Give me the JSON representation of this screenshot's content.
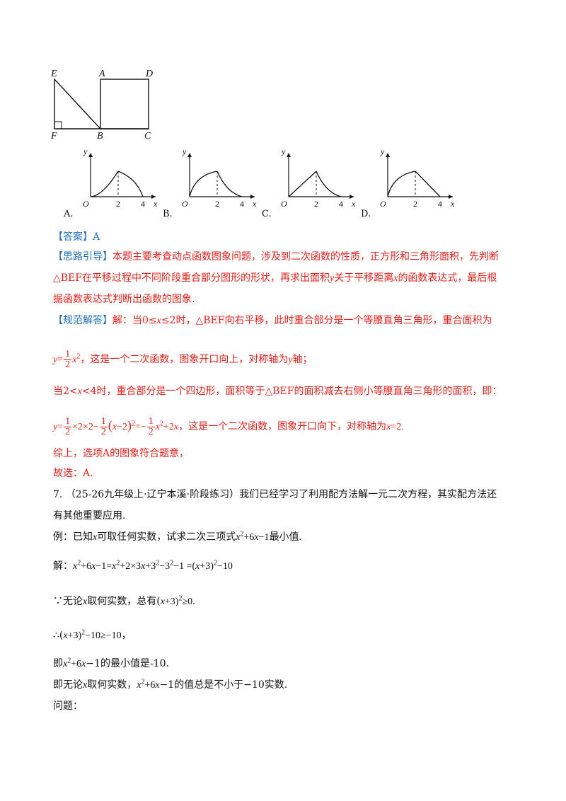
{
  "figure": {
    "points": {
      "E": "E",
      "A": "A",
      "D": "D",
      "F": "F",
      "B": "B",
      "C": "C"
    },
    "graph_labels": {
      "y": "y",
      "x": "x",
      "o": "O",
      "two": "2",
      "four": "4"
    },
    "options": [
      "A.",
      "B.",
      "C.",
      "D."
    ]
  },
  "answer": {
    "tag": "【答案】",
    "value": "A"
  },
  "guide": {
    "tag": "【思路引导】",
    "line1": "本题主要考查动点函数图象问题，涉及到二次函数的性质，正方形和三角形面积，先判断",
    "line2a": "△BEF在平移过程中不同阶段重合部分图形的形状，再求出面积",
    "line2b": "y",
    "line2c": "关于平移距离",
    "line2d": "x",
    "line2e": "的函数表达式，最后根",
    "line3": "据函数表达式判断出函数的图象."
  },
  "solution": {
    "tag": "【规范解答】",
    "l1a": "解：当0≤",
    "l1b": "x",
    "l1c": "≤2时，△BEF向右平移，此时重合部分是一个等腰直角三角形，重合面积为",
    "l2_y": "y",
    "l2_eq": "=",
    "l2_num": "1",
    "l2_den": "2",
    "l2_x": "x",
    "l2_exp": "2",
    "l2_text": "，这是一个二次函数，图象开口向上，对称轴为",
    "l2_axis": "y",
    "l2_end": "轴；",
    "l3a": "当2<",
    "l3b": "x",
    "l3c": "<4时，重合部分是一个四边形，面积等于△BEF的面积减去右侧小等腰直角三角形的面积，即：",
    "l4_y": "y",
    "l4_eq1": "=",
    "l4_n1": "1",
    "l4_d1": "2",
    "l4_mid1": "×2×2−",
    "l4_n2": "1",
    "l4_d2": "2",
    "l4_paren_open": "(",
    "l4_x1": "x",
    "l4_minus2": "−2",
    "l4_paren_close": ")",
    "l4_exp1": "2",
    "l4_eq2": "=−",
    "l4_n3": "1",
    "l4_d3": "2",
    "l4_x2": "x",
    "l4_exp2": "2",
    "l4_plus": "+2",
    "l4_x3": "x",
    "l4_text": "，这是一个二次函数，图象开口向下，对称轴为",
    "l4_axis_x": "x",
    "l4_axis_val": "=2.",
    "l5": "综上，选项A的图象符合题意，",
    "l6": "故选：A."
  },
  "problem": {
    "l1": "7.  （25-26九年级上·辽宁本溪·阶段练习）我们已经学习了利用配方法解一元二次方程，其实配方法还",
    "l2": "有其他重要应用.",
    "l3a": "例：已知",
    "l3x": "x",
    "l3b": "可取任何实数，试求二次三项式",
    "l3c": "x",
    "l3exp": "2",
    "l3d": "+6",
    "l3e": "x",
    "l3f": "−1最小值.",
    "l4_lead": "解：",
    "l4a": "x",
    "l4b": "2",
    "l4c": "+6",
    "l4d": "x",
    "l4e": "−1=",
    "l4f": "x",
    "l4g": "2",
    "l4h": "+2×3",
    "l4i": "x",
    "l4j": "+3",
    "l4k": "2",
    "l4l": "−3",
    "l4m": "2",
    "l4n": "−1 =(",
    "l4o": "x",
    "l4p": "+3)",
    "l4q": "2",
    "l4r": "−10",
    "l5a": "∵无论",
    "l5b": "x",
    "l5c": "取何实数，总有(",
    "l5d": "x",
    "l5e": "+3)",
    "l5f": "2",
    "l5g": "≥0.",
    "l6a": "∴(",
    "l6b": "x",
    "l6c": "+3)",
    "l6d": "2",
    "l6e": "−10≥−10，",
    "l7a": "即",
    "l7b": "x",
    "l7c": "2",
    "l7d": "+6",
    "l7e": "x",
    "l7f": "−1的最小值是-10.",
    "l8a": "即无论",
    "l8b": "x",
    "l8c": "取何实数，",
    "l8d": "x",
    "l8e": "2",
    "l8f": "+6",
    "l8g": "x",
    "l8h": "−1的值总是不小于−10实数.",
    "l9": "问题："
  }
}
